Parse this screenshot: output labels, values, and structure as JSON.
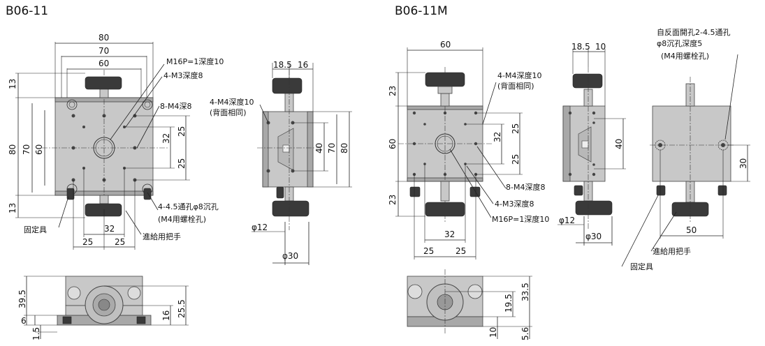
{
  "left": {
    "title": "B06-11",
    "top_dims": [
      "80",
      "70",
      "60"
    ],
    "left_dims": [
      "13",
      "80",
      "70",
      "60",
      "13"
    ],
    "inner_dims": [
      "32",
      "25",
      "25"
    ],
    "bottom_dims": [
      "32",
      "25",
      "25"
    ],
    "side_dims": [
      "18.5",
      "16",
      "40",
      "70",
      "80",
      "φ12",
      "φ30"
    ],
    "front_dims": [
      "39.5",
      "6",
      "1.5",
      "25.5",
      "16"
    ],
    "callouts": {
      "m16": "M16P=1深度10",
      "m3": "4-M3深度8",
      "m4": "8-M4深8",
      "m4side_1": "4-M4深度10",
      "m4side_2": "(背面相同)",
      "thru_1": "4-4.5通孔φ8沉孔",
      "thru_2": "(M4用螺栓孔)",
      "clamp": "固定具",
      "feed": "進給用把手"
    }
  },
  "right": {
    "title": "B06-11M",
    "top_dims": [
      "60"
    ],
    "left_dims": [
      "23",
      "60",
      "23"
    ],
    "inner_dims": [
      "32",
      "25",
      "25"
    ],
    "bottom_dims": [
      "32",
      "25",
      "25"
    ],
    "side_dims": [
      "18.5",
      "10",
      "40",
      "φ12",
      "φ30"
    ],
    "back_dims": [
      "30",
      "50"
    ],
    "front_dims": [
      "19.5",
      "33.5",
      "10",
      "5.6"
    ],
    "callouts": {
      "m4side_1": "4-M4深度10",
      "m4side_2": "(背面相同)",
      "m4": "8-M4深度8",
      "m3": "4-M3深度8",
      "m16": "M16P=1深度10",
      "back_1": "自反面開孔2-4.5通孔",
      "back_2": "φ8沉孔深度5",
      "back_3": "(M4用螺栓孔)",
      "feed": "進給用把手",
      "clamp": "固定具"
    }
  }
}
